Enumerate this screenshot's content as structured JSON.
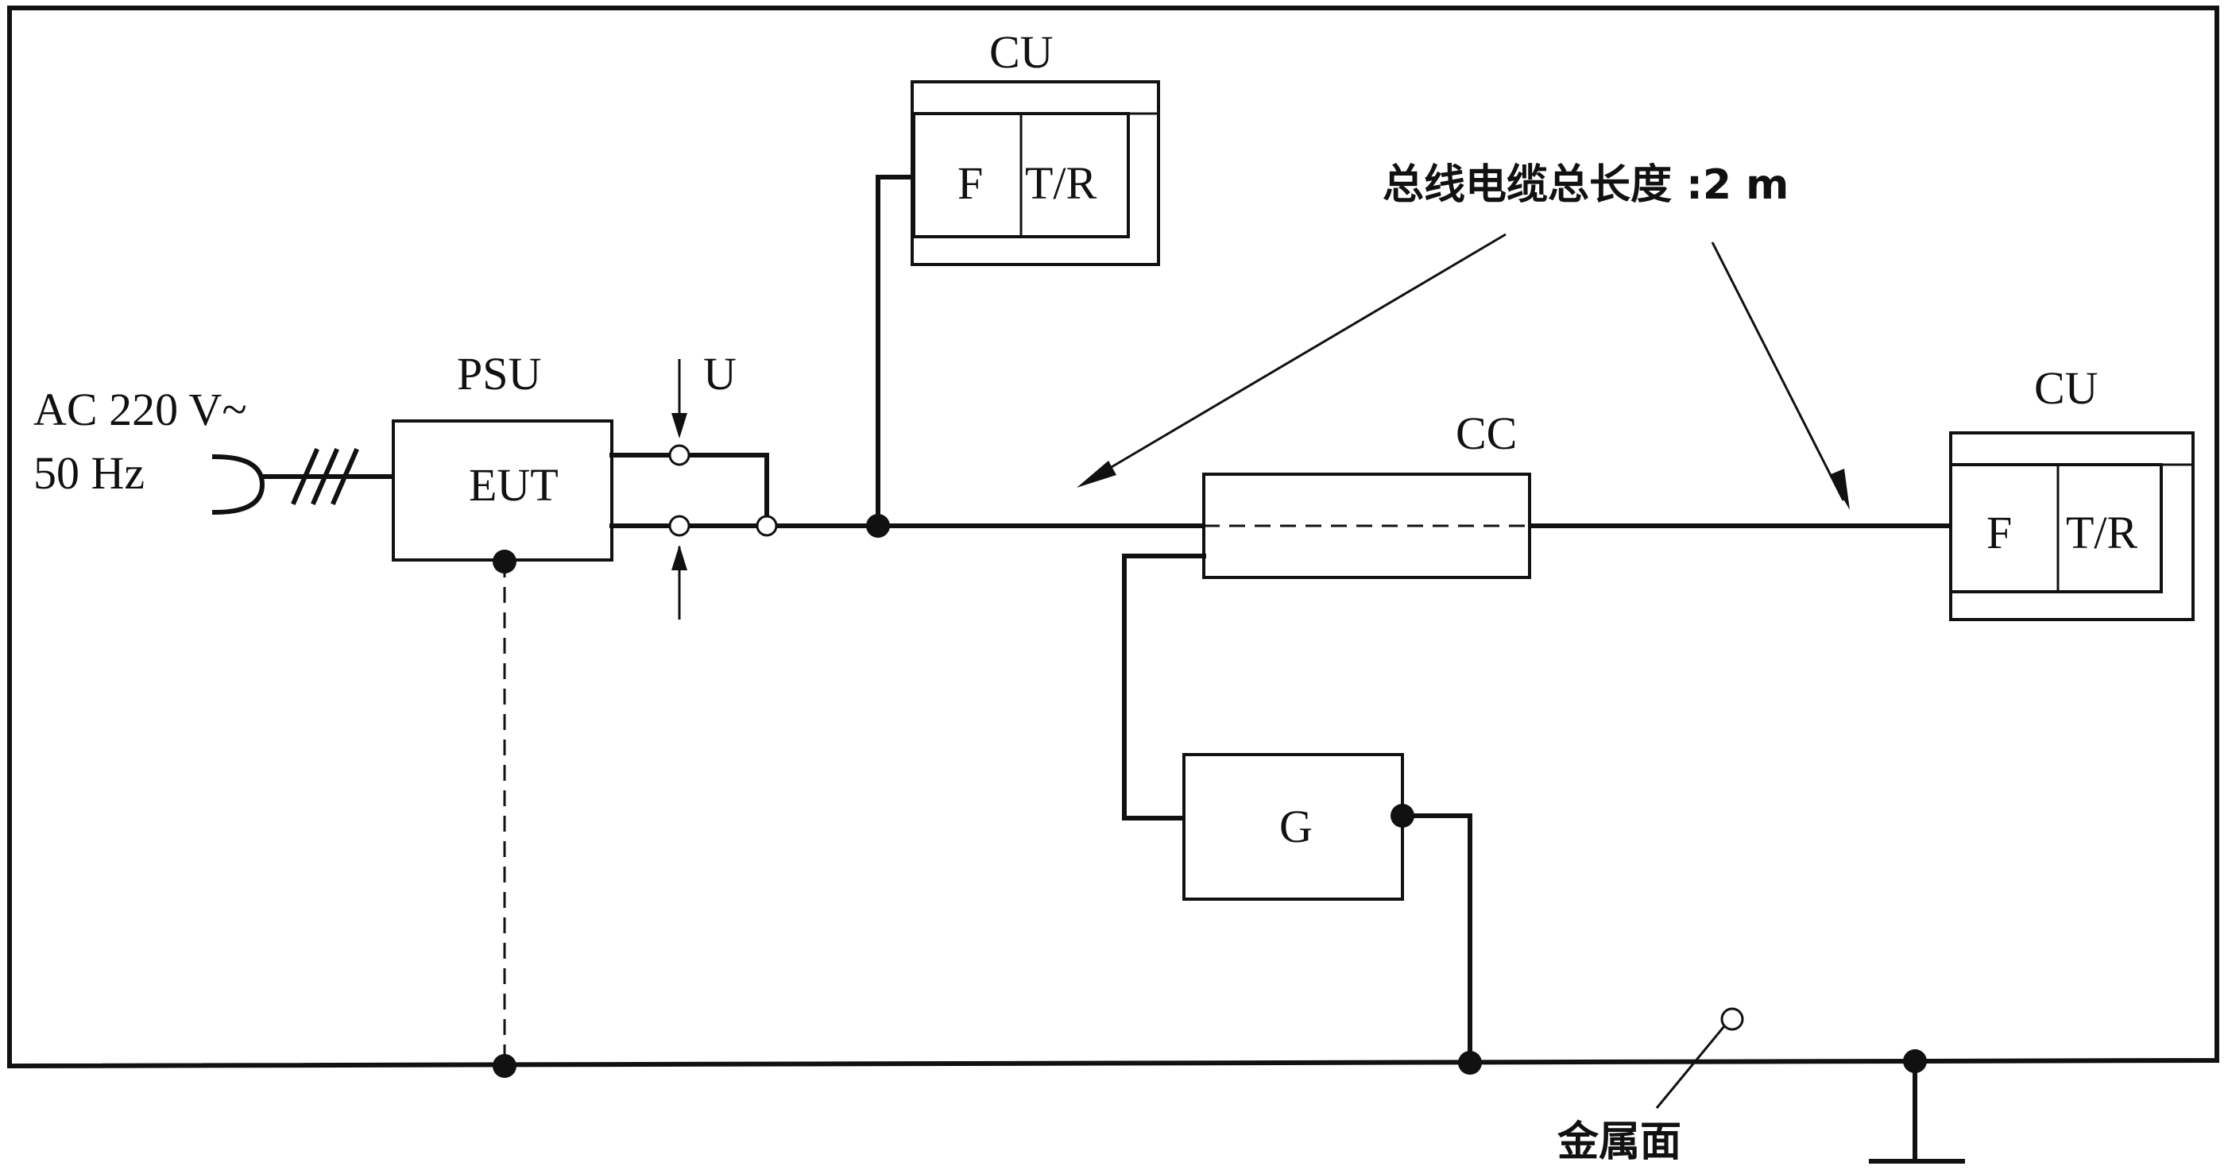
{
  "supply": {
    "line1": "AC 220 V~",
    "line2": "50 Hz"
  },
  "psu": {
    "title": "PSU",
    "label": "EUT"
  },
  "voltage": {
    "label": "U"
  },
  "cu_top": {
    "title": "CU",
    "left": "F",
    "right": "T/R"
  },
  "cu_right": {
    "title": "CU",
    "left": "F",
    "right": "T/R"
  },
  "cc": {
    "title": "CC"
  },
  "generator": {
    "label": "G"
  },
  "annotation": {
    "cable_length": "总线电缆总长度 :2 m"
  },
  "ground_plane": {
    "label": "金属面"
  }
}
